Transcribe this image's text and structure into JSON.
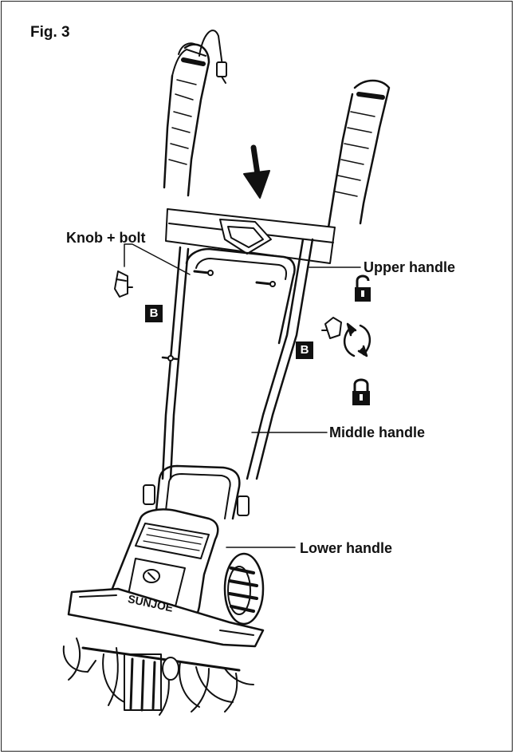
{
  "figure": {
    "title": "Fig. 3"
  },
  "labels": {
    "knob_bolt": "Knob + bolt",
    "upper_handle": "Upper handle",
    "middle_handle": "Middle handle",
    "lower_handle": "Lower handle"
  },
  "badges": {
    "left": "B",
    "right": "B"
  },
  "brand": {
    "name": "SUNJOE"
  },
  "icons": {
    "unlocked": "unlocked-padlock-icon",
    "locked": "locked-padlock-icon",
    "rotate": "rotate-arrows-icon",
    "arrow": "down-arrow-icon"
  }
}
